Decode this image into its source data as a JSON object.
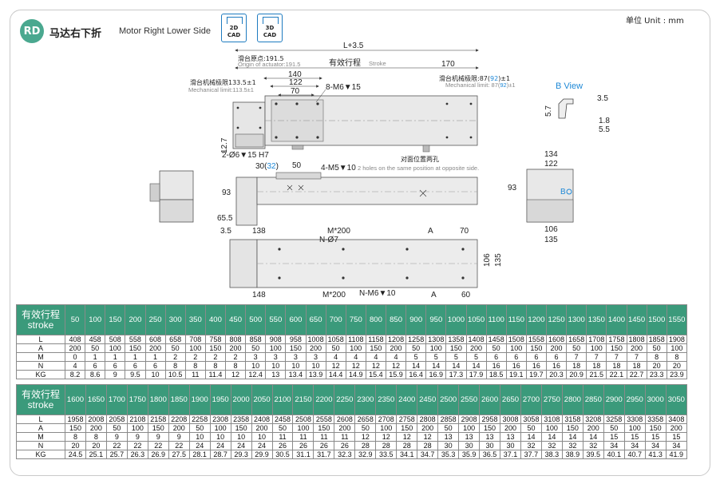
{
  "header": {
    "badge": "RD",
    "title_cn": "马达右下折",
    "title_en": "Motor Right Lower Side",
    "cad_2d": "2D\nCAD",
    "cad_2d_top": "2D",
    "cad_2d_bottom": "CAD",
    "cad_3d_top": "3D",
    "cad_3d_bottom": "CAD",
    "unit": "单位 Unit : mm"
  },
  "drawing": {
    "l_total": "L+3.5",
    "origin_cn": "滑台原点:191.5",
    "origin_en": "Origin of actuator:191.5",
    "stroke_cn": "有效行程",
    "stroke_en": "Stroke",
    "dim_170": "170",
    "dim_140": "140",
    "dim_122": "122",
    "dim_70": "70",
    "m6_15": "8-M6▼15",
    "mech_left_cn": "滑台机械极限133.5±1",
    "mech_left_en": "Mechanical limit:113.5±1",
    "mech_right_cn_a": "滑台机械极限:87(",
    "mech_right_cn_b": "92",
    "mech_right_cn_c": ")±1",
    "mech_right_en_a": "Mechanical limit: 87(",
    "mech_right_en_b": "92",
    "mech_right_en_c": ")±1",
    "dim_12_7": "12.7",
    "hole_6": "2-Ø6▼15 H7",
    "dim_30": "30(",
    "dim_32": "32",
    "dim_30_close": ")",
    "dim_50": "50",
    "m5_10": "4-M5▼10",
    "m5_note": "2 holes on the same position at opposite side.",
    "opposite_cn": "对面位置两孔",
    "dim_93": "93",
    "dim_65_5": "65.5",
    "dim_3_5": "3.5",
    "dim_138": "138",
    "m200_top": "M*200",
    "a_top": "A",
    "dim_70b": "70",
    "n_07": "N-Ø7",
    "dim_106": "106",
    "dim_135": "135",
    "dim_148": "148",
    "m200_bottom": "M*200",
    "n_m6": "N-M6▼10",
    "a_bottom": "A",
    "dim_60": "60",
    "bview": "B View",
    "bv_35": "3.5",
    "bv_57": "5.7",
    "bv_18": "1.8",
    "bv_55": "5.5",
    "sv_134": "134",
    "sv_122": "122",
    "sv_93": "93",
    "sv_b": "B",
    "sv_106": "106",
    "sv_135": "135"
  },
  "table1": {
    "header_cn": "有效行程",
    "header_en": "stroke",
    "strokes": [
      "50",
      "100",
      "150",
      "200",
      "250",
      "300",
      "350",
      "400",
      "450",
      "500",
      "550",
      "600",
      "650",
      "700",
      "750",
      "800",
      "850",
      "900",
      "950",
      "1000",
      "1050",
      "1100",
      "1150",
      "1200",
      "1250",
      "1300",
      "1350",
      "1400",
      "1450",
      "1500",
      "1550"
    ],
    "rows": [
      {
        "label": "L",
        "values": [
          "408",
          "458",
          "508",
          "558",
          "608",
          "658",
          "708",
          "758",
          "808",
          "858",
          "908",
          "958",
          "1008",
          "1058",
          "1108",
          "1158",
          "1208",
          "1258",
          "1308",
          "1358",
          "1408",
          "1458",
          "1508",
          "1558",
          "1608",
          "1658",
          "1708",
          "1758",
          "1808",
          "1858",
          "1908"
        ]
      },
      {
        "label": "A",
        "values": [
          "200",
          "50",
          "100",
          "150",
          "200",
          "50",
          "100",
          "150",
          "200",
          "50",
          "100",
          "150",
          "200",
          "50",
          "100",
          "150",
          "200",
          "50",
          "100",
          "150",
          "200",
          "50",
          "100",
          "150",
          "200",
          "50",
          "100",
          "150",
          "200",
          "50",
          "100"
        ]
      },
      {
        "label": "M",
        "values": [
          "0",
          "1",
          "1",
          "1",
          "1",
          "2",
          "2",
          "2",
          "2",
          "3",
          "3",
          "3",
          "3",
          "4",
          "4",
          "4",
          "4",
          "5",
          "5",
          "5",
          "5",
          "6",
          "6",
          "6",
          "6",
          "7",
          "7",
          "7",
          "7",
          "8",
          "8"
        ]
      },
      {
        "label": "N",
        "values": [
          "4",
          "6",
          "6",
          "6",
          "6",
          "8",
          "8",
          "8",
          "8",
          "10",
          "10",
          "10",
          "10",
          "12",
          "12",
          "12",
          "12",
          "14",
          "14",
          "14",
          "14",
          "16",
          "16",
          "16",
          "16",
          "18",
          "18",
          "18",
          "18",
          "20",
          "20"
        ]
      },
      {
        "label": "KG",
        "values": [
          "8.2",
          "8.6",
          "9",
          "9.5",
          "10",
          "10.5",
          "11",
          "11.4",
          "12",
          "12.4",
          "13",
          "13.4",
          "13.9",
          "14.4",
          "14.9",
          "15.4",
          "15.9",
          "16.4",
          "16.9",
          "17.3",
          "17.9",
          "18.5",
          "19.1",
          "19.7",
          "20.3",
          "20.9",
          "21.5",
          "22.1",
          "22.7",
          "23.3",
          "23.9"
        ]
      }
    ]
  },
  "table2": {
    "header_cn": "有效行程",
    "header_en": "stroke",
    "strokes": [
      "1600",
      "1650",
      "1700",
      "1750",
      "1800",
      "1850",
      "1900",
      "1950",
      "2000",
      "2050",
      "2100",
      "2150",
      "2200",
      "2250",
      "2300",
      "2350",
      "2400",
      "2450",
      "2500",
      "2550",
      "2600",
      "2650",
      "2700",
      "2750",
      "2800",
      "2850",
      "2900",
      "2950",
      "3000",
      "3050"
    ],
    "rows": [
      {
        "label": "L",
        "values": [
          "1958",
          "2008",
          "2058",
          "2108",
          "2158",
          "2208",
          "2258",
          "2308",
          "2358",
          "2408",
          "2458",
          "2508",
          "2558",
          "2608",
          "2658",
          "2708",
          "2758",
          "2808",
          "2858",
          "2908",
          "2958",
          "3008",
          "3058",
          "3108",
          "3158",
          "3208",
          "3258",
          "3308",
          "3358",
          "3408"
        ]
      },
      {
        "label": "A",
        "values": [
          "150",
          "200",
          "50",
          "100",
          "150",
          "200",
          "50",
          "100",
          "150",
          "200",
          "50",
          "100",
          "150",
          "200",
          "50",
          "100",
          "150",
          "200",
          "50",
          "100",
          "150",
          "200",
          "50",
          "100",
          "150",
          "200",
          "50",
          "100",
          "150",
          "200"
        ]
      },
      {
        "label": "M",
        "values": [
          "8",
          "8",
          "9",
          "9",
          "9",
          "9",
          "10",
          "10",
          "10",
          "10",
          "11",
          "11",
          "11",
          "11",
          "12",
          "12",
          "12",
          "12",
          "13",
          "13",
          "13",
          "13",
          "14",
          "14",
          "14",
          "14",
          "15",
          "15",
          "15",
          "15"
        ]
      },
      {
        "label": "N",
        "values": [
          "20",
          "20",
          "22",
          "22",
          "22",
          "22",
          "24",
          "24",
          "24",
          "24",
          "26",
          "26",
          "26",
          "26",
          "28",
          "28",
          "28",
          "28",
          "30",
          "30",
          "30",
          "30",
          "32",
          "32",
          "32",
          "32",
          "34",
          "34",
          "34",
          "34"
        ]
      },
      {
        "label": "KG",
        "values": [
          "24.5",
          "25.1",
          "25.7",
          "26.3",
          "26.9",
          "27.5",
          "28.1",
          "28.7",
          "29.3",
          "29.9",
          "30.5",
          "31.1",
          "31.7",
          "32.3",
          "32.9",
          "33.5",
          "34.1",
          "34.7",
          "35.3",
          "35.9",
          "36.5",
          "37.1",
          "37.7",
          "38.3",
          "38.9",
          "39.5",
          "40.1",
          "40.7",
          "41.3",
          "41.9"
        ]
      }
    ]
  }
}
